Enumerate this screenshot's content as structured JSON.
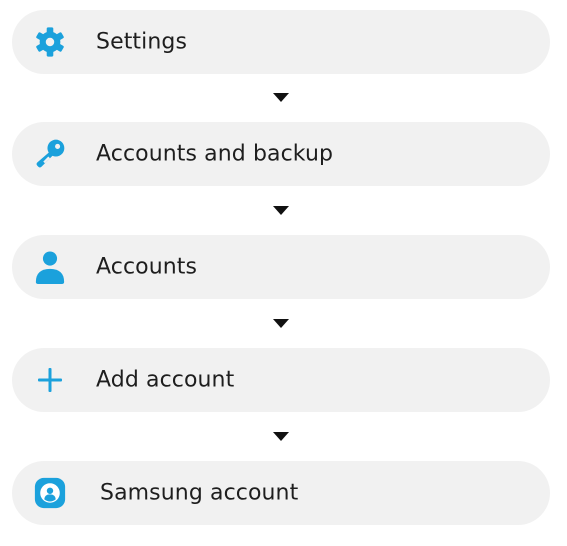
{
  "colors": {
    "icon": "#1ba1dc",
    "pill_background": "#f1f1f1",
    "text": "#1e1e1e",
    "arrow": "#111111"
  },
  "steps": [
    {
      "label": "Settings",
      "icon": "gear-icon"
    },
    {
      "label": "Accounts and backup",
      "icon": "key-icon"
    },
    {
      "label": "Accounts",
      "icon": "person-icon"
    },
    {
      "label": "Add account",
      "icon": "plus-icon"
    },
    {
      "label": "Samsung account",
      "icon": "samsung-account-icon"
    }
  ]
}
